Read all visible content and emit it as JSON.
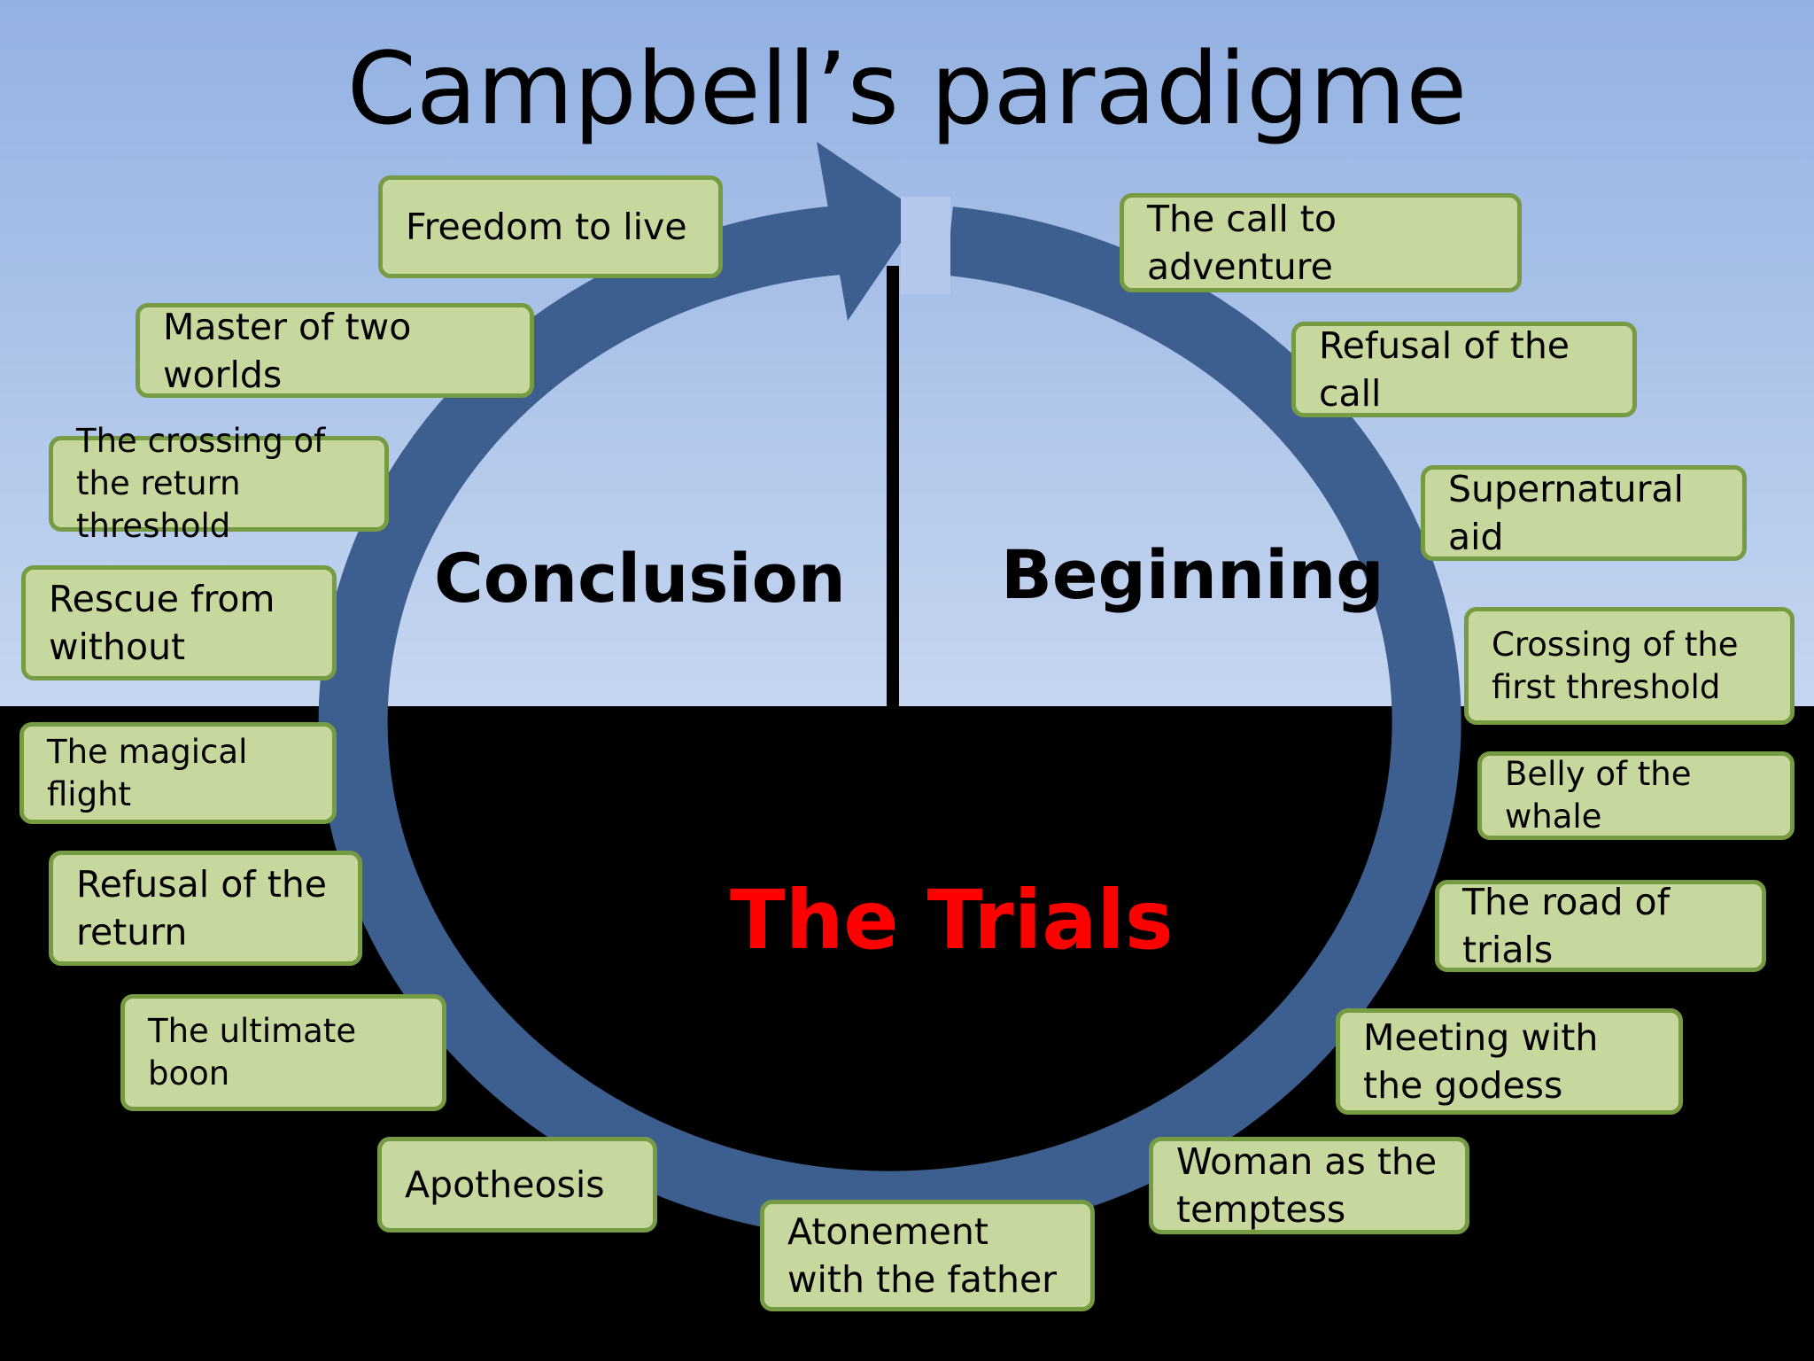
{
  "title": "Campbell’s paradigme",
  "sections": {
    "conclusion": "Conclusion",
    "beginning": "Beginning",
    "trials": "The Trials"
  },
  "colors": {
    "sky_top": "#93b1e2",
    "sky_bottom": "#c6d6f0",
    "ground": "#000000",
    "cycle_arrow": "#3c5f8f",
    "stage_fill": "#c6d89d",
    "stage_border": "#779b43",
    "trials_text": "#ff0000"
  },
  "stages": [
    {
      "label": "The call to adventure"
    },
    {
      "label": "Refusal of the call"
    },
    {
      "label": "Supernatural aid"
    },
    {
      "label": "Crossing of the first threshold"
    },
    {
      "label": "Belly of the whale"
    },
    {
      "label": "The road of trials"
    },
    {
      "label": "Meeting with the godess"
    },
    {
      "label": "Woman as the temptess"
    },
    {
      "label": "Atonement with the father"
    },
    {
      "label": "Apotheosis"
    },
    {
      "label": "The ultimate boon"
    },
    {
      "label": "Refusal of the return"
    },
    {
      "label": "The magical flight"
    },
    {
      "label": "Rescue from without"
    },
    {
      "label": "The crossing of the return threshold"
    },
    {
      "label": "Master of two worlds"
    },
    {
      "label": "Freedom to live"
    }
  ]
}
